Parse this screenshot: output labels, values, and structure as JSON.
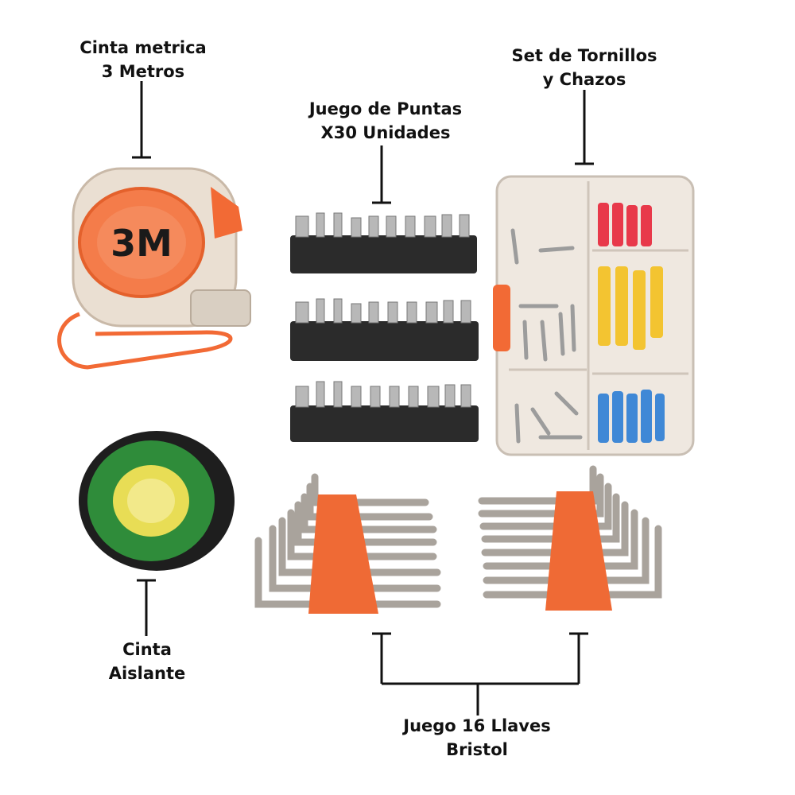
{
  "labels": {
    "tape_measure": {
      "line1": "Cinta metrica",
      "line2": "3 Metros"
    },
    "bits": {
      "line1": "Juego de Puntas",
      "line2": "X30 Unidades"
    },
    "screws": {
      "line1": "Set de Tornillos",
      "line2": "y Chazos"
    },
    "tape": {
      "line1": "Cinta",
      "line2": "Aislante"
    },
    "keys": {
      "line1": "Juego 16 Llaves",
      "line2": "Bristol"
    }
  },
  "tape_measure_brand": "3M",
  "colors": {
    "orange": "#f26a35",
    "black_holder": "#2b2b2b",
    "steel": "#b8b8b8",
    "red_plug": "#e8394a",
    "yellow_plug": "#f3c431",
    "blue_plug": "#3f88d6",
    "green_tape": "#2f8c3a"
  }
}
